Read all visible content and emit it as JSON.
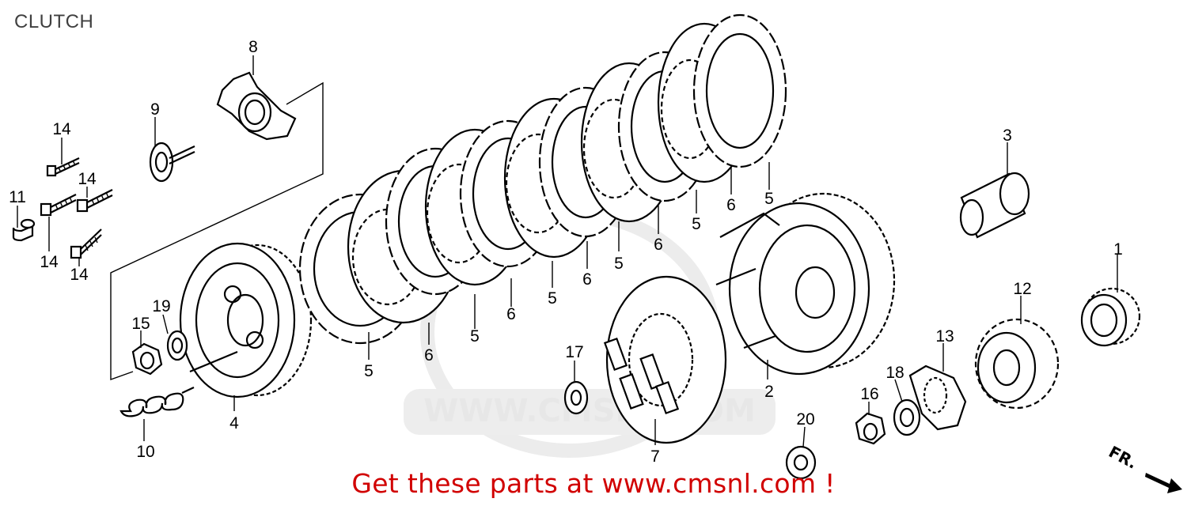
{
  "header": {
    "title": "CLUTCH"
  },
  "callouts": {
    "c1": "1",
    "c2": "2",
    "c3": "3",
    "c4": "4",
    "c5a": "5",
    "c5b": "5",
    "c5c": "5",
    "c5d": "5",
    "c5e": "5",
    "c5f": "5",
    "c6a": "6",
    "c6b": "6",
    "c6c": "6",
    "c6d": "6",
    "c6e": "6",
    "c7": "7",
    "c8": "8",
    "c9": "9",
    "c10": "10",
    "c11": "11",
    "c12": "12",
    "c13": "13",
    "c14a": "14",
    "c14b": "14",
    "c14c": "14",
    "c14d": "14",
    "c15": "15",
    "c16": "16",
    "c17": "17",
    "c18": "18",
    "c19": "19",
    "c20": "20"
  },
  "watermark": {
    "text": "WWW.CMSNL.COM"
  },
  "direction_marker": {
    "label": "FR."
  },
  "footer": {
    "banner": "Get these parts at www.cmsnl.com !"
  }
}
